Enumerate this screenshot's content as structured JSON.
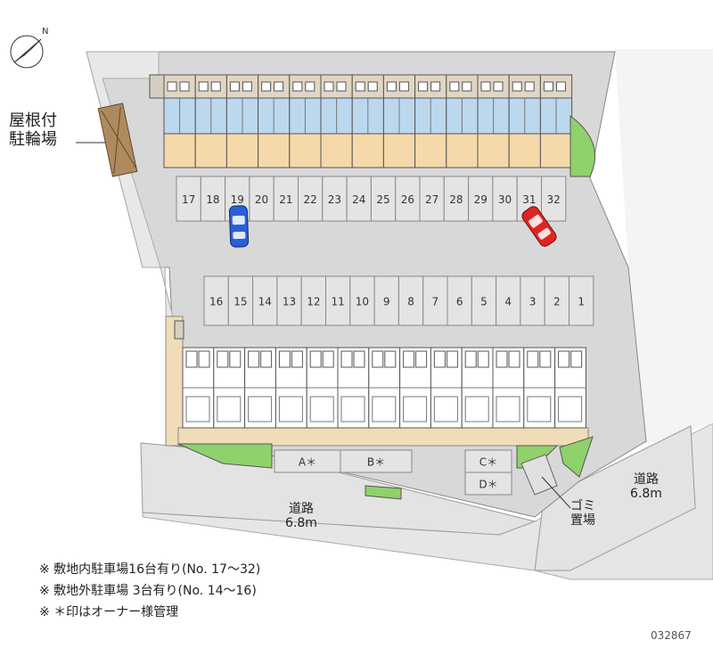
{
  "map": {
    "north_symbol": "N",
    "parking_rear": [
      "17",
      "18",
      "19",
      "20",
      "21",
      "22",
      "23",
      "24",
      "25",
      "26",
      "27",
      "28",
      "29",
      "30",
      "31",
      "32"
    ],
    "parking_front": [
      "16",
      "15",
      "14",
      "13",
      "12",
      "11",
      "10",
      "9",
      "8",
      "7",
      "6",
      "5",
      "4",
      "3",
      "2",
      "1"
    ],
    "owner_spaces": [
      "A＊",
      "B＊",
      "C＊",
      "D＊"
    ],
    "labels": {
      "bicycle_line1": "屋根付",
      "bicycle_line2": "駐輪場",
      "road_south": "道路",
      "road_south_width": "6.8m",
      "road_east": "道路",
      "road_east_width": "6.8m",
      "garbage_line1": "ゴミ",
      "garbage_line2": "置場"
    },
    "notes": [
      "※ 敷地内駐車場16台有り(No. 17〜32)",
      "※ 敷地外駐車場 3台有り(No. 14〜16)",
      "※ ＊印はオーナー様管理"
    ],
    "ref_code": "032867",
    "colors": {
      "lot": "#d8d8d8",
      "road": "#e6e6e6",
      "green": "#8fd16a",
      "room_blue": "#bcd8ef",
      "room_tan": "#f5d9ab",
      "car_blue": "#2b5fd9",
      "car_red": "#e02424"
    }
  }
}
